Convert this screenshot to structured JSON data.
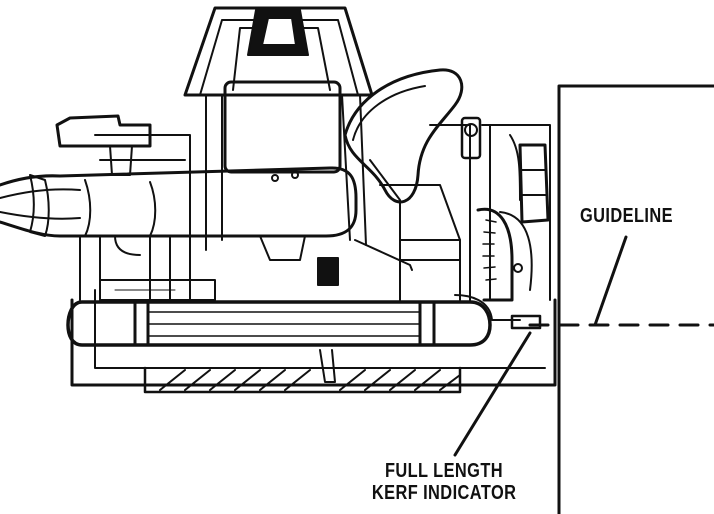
{
  "callouts": {
    "guideline": "GUIDELINE",
    "kerf_line1": "FULL LENGTH",
    "kerf_line2": "KERF INDICATOR"
  },
  "colors": {
    "ink": "#111111",
    "background": "#ffffff"
  }
}
